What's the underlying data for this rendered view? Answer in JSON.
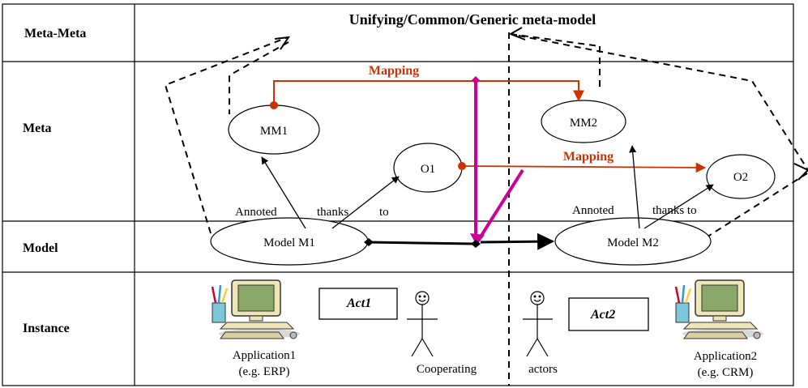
{
  "table": {
    "header_title": "Unifying/Common/Generic meta-model",
    "rows": {
      "meta_meta": "Meta-Meta",
      "meta": "Meta",
      "model": "Model",
      "instance": "Instance"
    }
  },
  "mappings": {
    "top": "Mapping",
    "middle": "Mapping"
  },
  "nodes": {
    "mm1": "MM1",
    "mm2": "MM2",
    "o1": "O1",
    "o2": "O2",
    "model_m1": "Model M1",
    "model_m2": "Model M2"
  },
  "annotations": {
    "left": {
      "w1": "Annoted",
      "w2": "thanks",
      "w3": "to"
    },
    "right": {
      "w1": "Annoted",
      "w2": "thanks to"
    }
  },
  "instance": {
    "act1": "Act1",
    "act2": "Act2",
    "app1_line1": "Application1",
    "app1_line2": "(e.g. ERP)",
    "app2_line1": "Application2",
    "app2_line2": "(e.g. CRM)",
    "cooperating": "Cooperating",
    "actors": "actors"
  },
  "colors": {
    "line": "#000000",
    "mapping": "#cc3300",
    "link": "#cc0099",
    "monitor_beige": "#efe6b8",
    "screen_green": "#8aa86a"
  },
  "icons": [
    "computer-icon",
    "stick-figure-icon"
  ]
}
